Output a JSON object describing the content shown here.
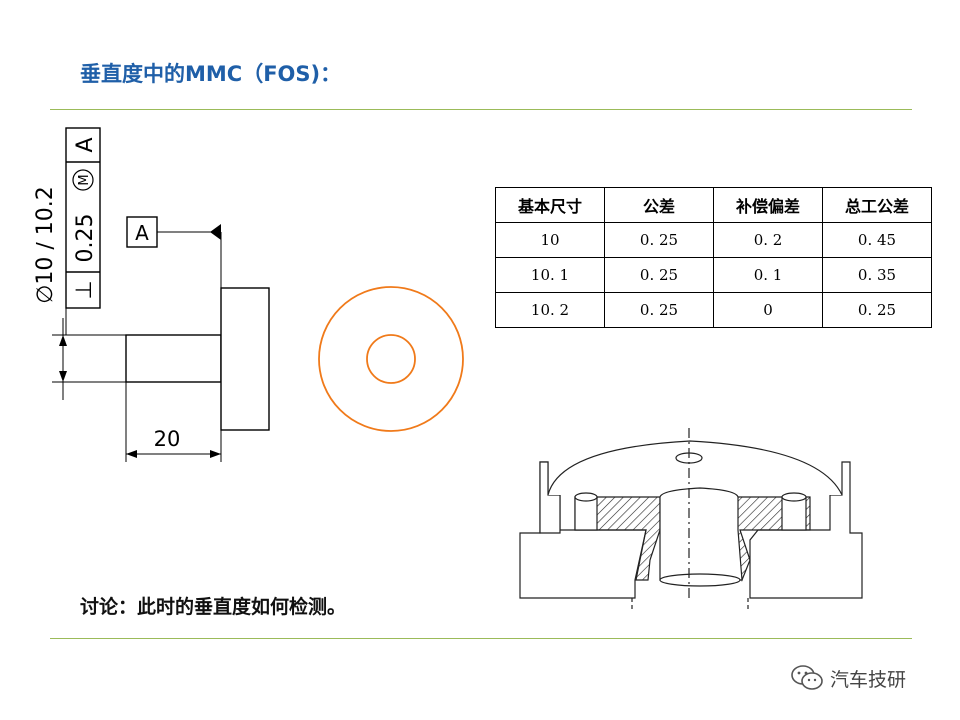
{
  "title": "垂直度中的MMC（FOS)：",
  "drawing": {
    "fcf_symbol": "⊥",
    "fcf_tolerance": "0.25",
    "fcf_modifier": "M",
    "fcf_datum": "A",
    "diameter_label": "∅10 ∕ 10.2",
    "datum_label": "A",
    "length_label": "20"
  },
  "table": {
    "headers": [
      "基本尺寸",
      "公差",
      "补偿偏差",
      "总工公差"
    ],
    "rows": [
      [
        "10",
        "0. 25",
        "0. 2",
        "0. 45"
      ],
      [
        "10. 1",
        "0. 25",
        "0. 1",
        "0. 35"
      ],
      [
        "10. 2",
        "0. 25",
        "0",
        "0. 25"
      ]
    ]
  },
  "discussion": "讨论：此时的垂直度如何检测。",
  "footer": {
    "brand": "汽车技研",
    "icon": "wechat-icon"
  },
  "colors": {
    "title": "#1f5fa8",
    "rule": "#9bbb59",
    "circle": "#f07a1a"
  }
}
